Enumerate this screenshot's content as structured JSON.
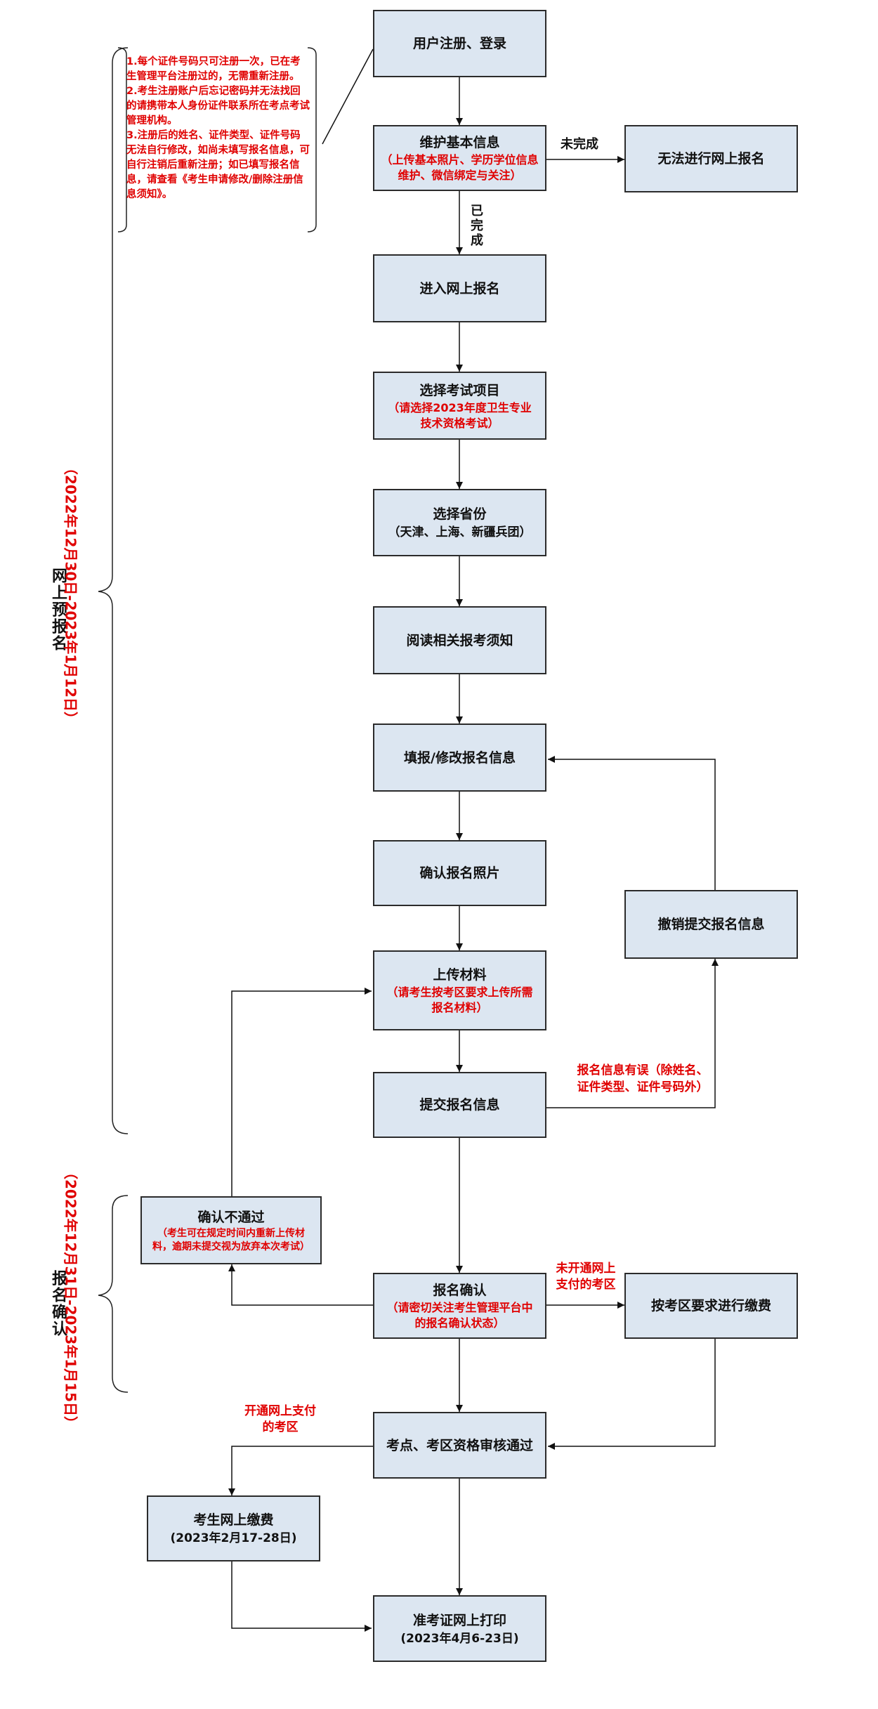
{
  "nodes": {
    "register": {
      "title": "用户注册、登录"
    },
    "maintain": {
      "title": "维护基本信息",
      "sub": "（上传基本照片、学历学位信息维护、微信绑定与关注）"
    },
    "cannot": {
      "title": "无法进行网上报名"
    },
    "enter": {
      "title": "进入网上报名"
    },
    "select_exam": {
      "title": "选择考试项目",
      "sub": "（请选择2023年度卫生专业技术资格考试）"
    },
    "select_prov": {
      "title": "选择省份",
      "sub": "（天津、上海、新疆兵团）"
    },
    "read": {
      "title": "阅读相关报考须知"
    },
    "fill": {
      "title": "填报/修改报名信息"
    },
    "photo": {
      "title": "确认报名照片"
    },
    "revoke": {
      "title": "撤销提交报名信息"
    },
    "upload": {
      "title": "上传材料",
      "sub": "（请考生按考区要求上传所需报名材料）"
    },
    "submit": {
      "title": "提交报名信息"
    },
    "reject": {
      "title": "确认不通过",
      "sub": "（考生可在规定时间内重新上传材料，逾期未提交视为放弃本次考试）"
    },
    "confirm": {
      "title": "报名确认",
      "sub": "（请密切关注考生管理平台中的报名确认状态）"
    },
    "pay_by_area": {
      "title": "按考区要求进行缴费"
    },
    "review": {
      "title": "考点、考区资格审核通过"
    },
    "online_pay": {
      "title": "考生网上缴费",
      "sub": "(2023年2月17-28日)"
    },
    "print": {
      "title": "准考证网上打印",
      "sub": "(2023年4月6-23日)"
    }
  },
  "edge_labels": {
    "not_done": "未完成",
    "done": "已完成",
    "info_error": "报名信息有误（除姓名、证件类型、证件号码外）",
    "not_online_pay": "未开通网上支付的考区",
    "online_pay_open": "开通网上支付的考区"
  },
  "notes": {
    "items": [
      "1.每个证件号码只可注册一次，已在考生管理平台注册过的，无需重新注册。",
      "2.考生注册账户后忘记密码并无法找回的请携带本人身份证件联系所在考点考试管理机构。",
      "3.注册后的姓名、证件类型、证件号码无法自行修改，如尚未填写报名信息，可自行注销后重新注册；如已填写报名信息，请查看《考生申请修改/删除注册信息须知》。"
    ]
  },
  "phases": {
    "pre": {
      "name": "网上预报名",
      "dates": "（2022年12月30日-2023年1月12日）"
    },
    "confirm": {
      "name": "报名确认",
      "dates": "（2022年12月31日-2023年1月15日）"
    }
  },
  "colors": {
    "box_fill": "#dce6f1",
    "border": "#2b2b2b",
    "accent_red": "#e00000"
  }
}
